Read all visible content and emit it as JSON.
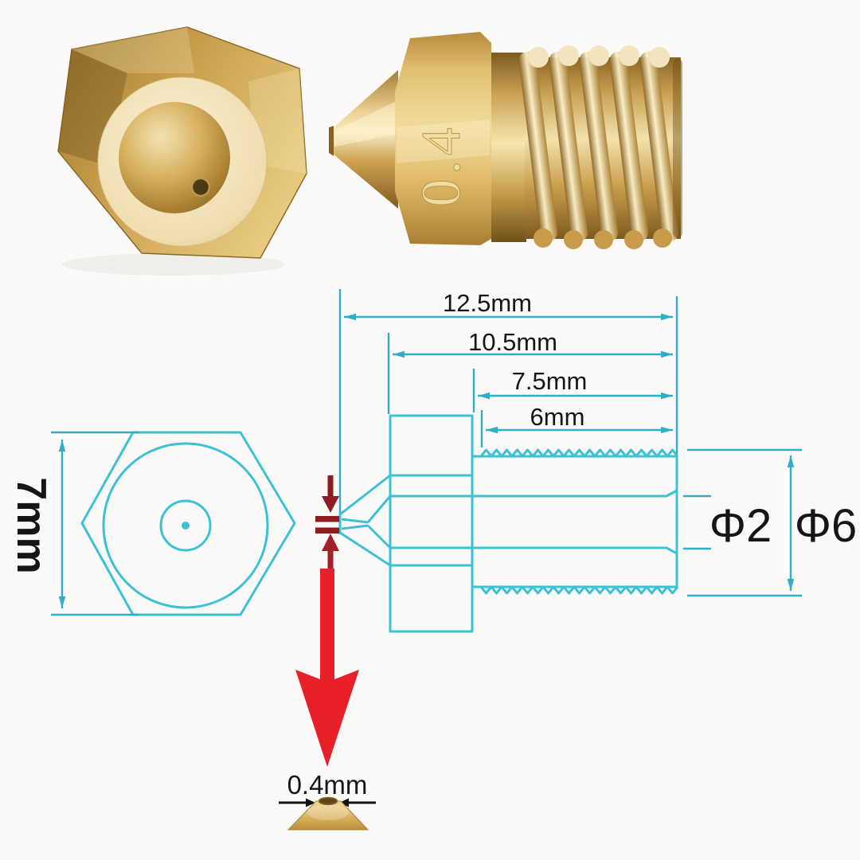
{
  "background_color": "#fbfaf8",
  "colors": {
    "drawing_line_cyan": "#3cc1d5",
    "dimension_line_cyan": "#2fafc6",
    "dimension_text": "#161616",
    "callout_red": "#e7202a",
    "callout_dark_red": "#8e1c22",
    "black_arrow": "#111111",
    "brass_light": "#f6e7ba",
    "brass_mid": "#d8b164",
    "brass_dark": "#8a6526"
  },
  "photos": {
    "side_view_engraving": "0.4"
  },
  "labels": {
    "overall_length": "12.5mm",
    "body_length": "10.5mm",
    "thread_length": "7.5mm",
    "thread_section_length": "6mm",
    "hex_width": "7mm",
    "bore_diameter": "Φ2",
    "thread_diameter": "Φ6",
    "orifice_diameter": "0.4mm"
  }
}
